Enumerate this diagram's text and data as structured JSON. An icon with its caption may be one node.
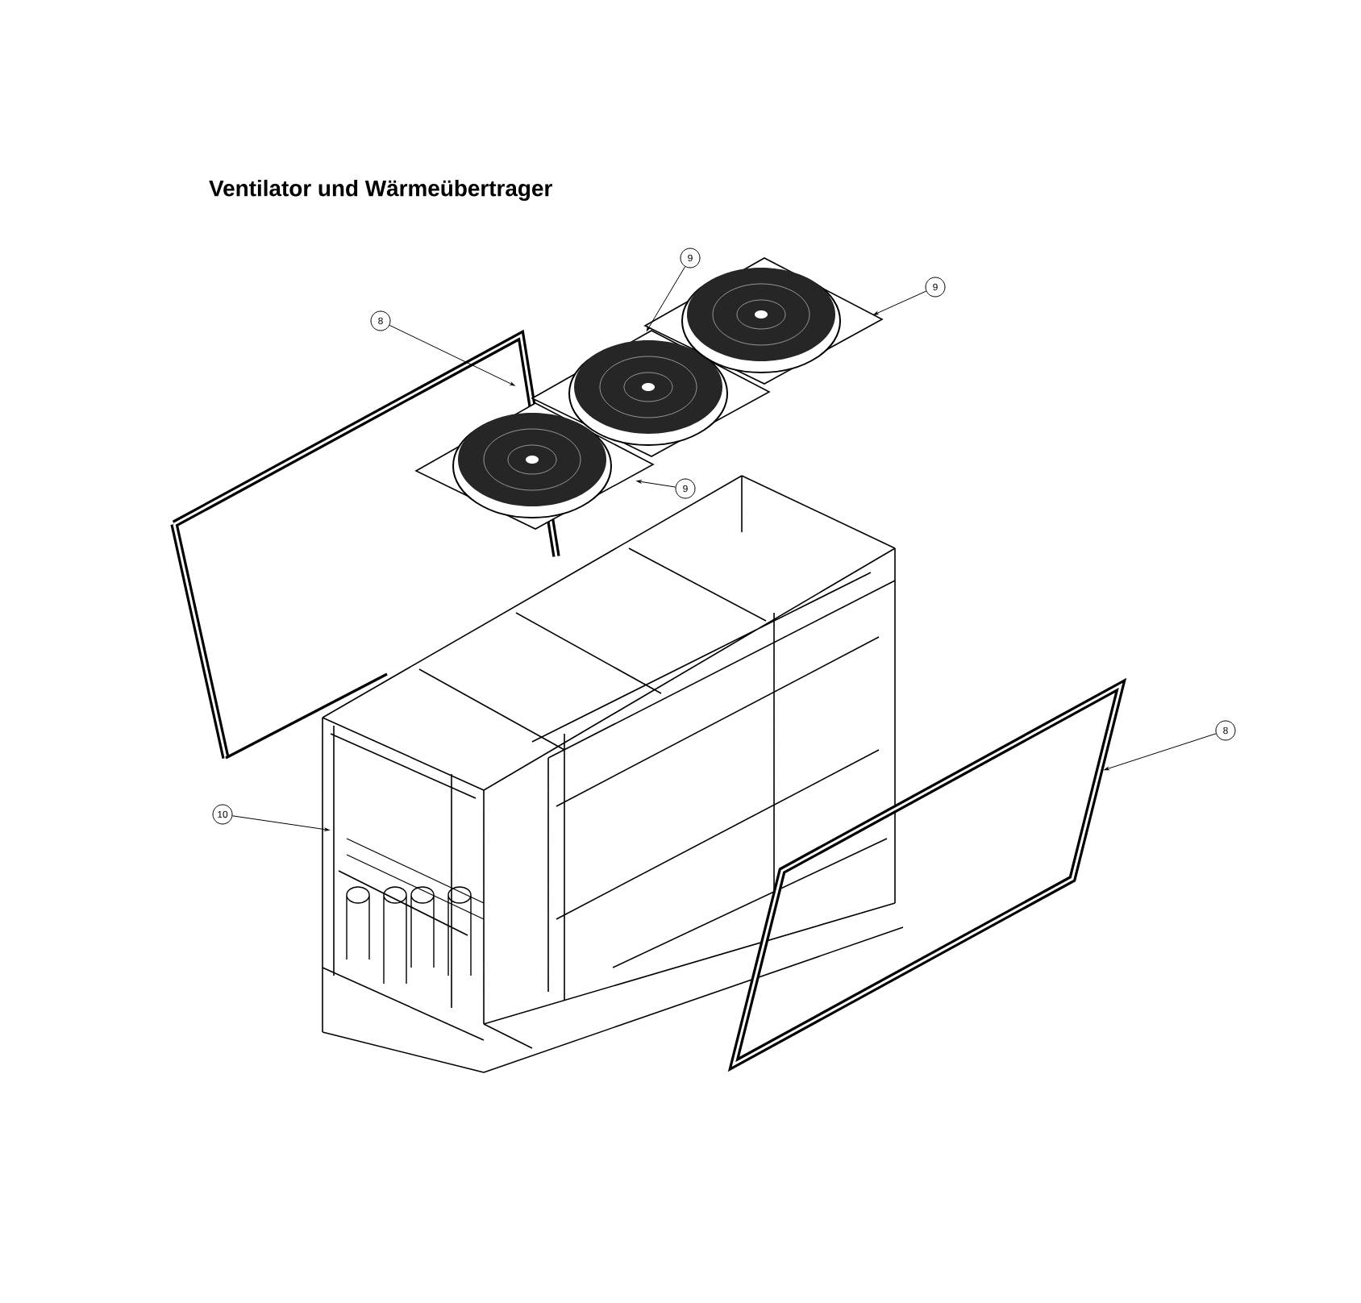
{
  "diagram": {
    "title": "Ventilator und Wärmeübertrager",
    "nodes": [
      {
        "text": [
          "9"
        ]
      },
      {
        "text": [
          "9"
        ]
      },
      {
        "text": [
          "8"
        ]
      },
      {
        "text": [
          "9"
        ]
      },
      {
        "text": [
          "8"
        ]
      },
      {
        "text": [
          "10"
        ]
      },
      {
        "text": [],
        "shape": "picture"
      },
      {
        "text": [],
        "shape": "picture"
      },
      {
        "text": [],
        "shape": "picture"
      },
      {
        "text": [],
        "shape": "picture"
      },
      {
        "text": [],
        "shape": "picture"
      },
      {
        "text": [],
        "shape": "picture"
      }
    ],
    "edges": [
      {
        "from": 0,
        "to": 8,
        "arrow": "to"
      },
      {
        "from": 1,
        "to": 9,
        "arrow": "to"
      },
      {
        "from": 2,
        "to": 6,
        "arrow": "to"
      },
      {
        "from": 3,
        "to": 7,
        "arrow": "to"
      },
      {
        "from": 4,
        "to": 10,
        "arrow": "to"
      },
      {
        "from": 5,
        "to": 11,
        "arrow": "to"
      }
    ]
  }
}
